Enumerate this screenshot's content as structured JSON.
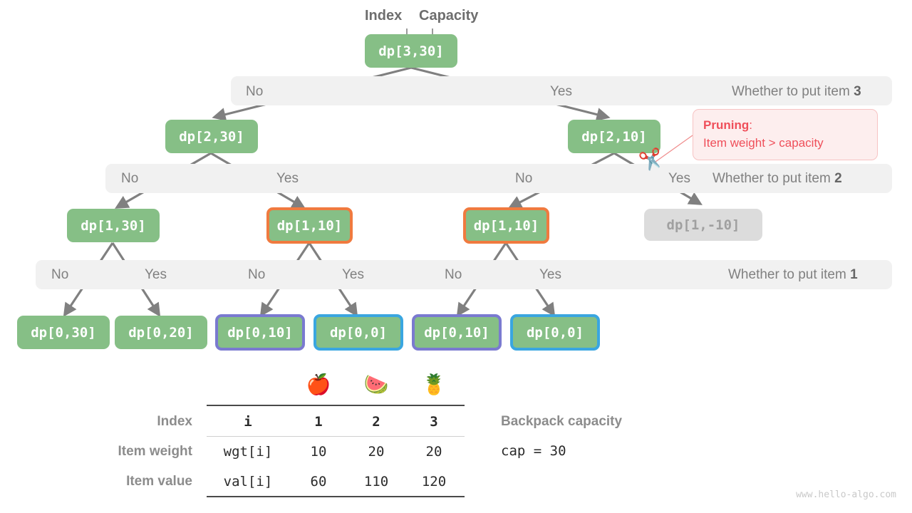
{
  "header": {
    "index_label": "Index",
    "capacity_label": "Capacity"
  },
  "tree": {
    "root": {
      "label": "dp[3,30]"
    },
    "level2": [
      {
        "label": "dp[2,30]"
      },
      {
        "label": "dp[2,10]"
      }
    ],
    "level3": [
      {
        "label": "dp[1,30]"
      },
      {
        "label": "dp[1,10]"
      },
      {
        "label": "dp[1,10]"
      },
      {
        "label": "dp[1,-10]"
      }
    ],
    "level4": [
      {
        "label": "dp[0,30]"
      },
      {
        "label": "dp[0,20]"
      },
      {
        "label": "dp[0,10]"
      },
      {
        "label": "dp[0,0]"
      },
      {
        "label": "dp[0,10]"
      },
      {
        "label": "dp[0,0]"
      }
    ]
  },
  "bands": [
    {
      "right_label_prefix": "Whether to put item ",
      "right_label_num": "3",
      "choices": [
        "No",
        "Yes"
      ]
    },
    {
      "right_label_prefix": "Whether to put item ",
      "right_label_num": "2",
      "choices": [
        "No",
        "Yes",
        "No",
        "Yes"
      ]
    },
    {
      "right_label_prefix": "Whether to put item ",
      "right_label_num": "1",
      "choices": [
        "No",
        "Yes",
        "No",
        "Yes",
        "No",
        "Yes"
      ]
    }
  ],
  "band_labels": {
    "b1_no": "No",
    "b1_yes": "Yes",
    "b1_right_prefix": "Whether to put item ",
    "b1_right_num": "3",
    "b2_no1": "No",
    "b2_yes1": "Yes",
    "b2_no2": "No",
    "b2_yes2": "Yes",
    "b2_right_prefix": "Whether to put item ",
    "b2_right_num": "2",
    "b3_no1": "No",
    "b3_yes1": "Yes",
    "b3_no2": "No",
    "b3_yes2": "Yes",
    "b3_no3": "No",
    "b3_yes3": "Yes",
    "b3_right_prefix": "Whether to put item ",
    "b3_right_num": "1"
  },
  "pruning": {
    "title": "Pruning",
    "colon": ":",
    "reason": "Item weight > capacity",
    "icon": "✂️"
  },
  "table": {
    "items": [
      {
        "emoji": "🍎",
        "index": "1",
        "wgt": "10",
        "val": "60"
      },
      {
        "emoji": "🍉",
        "index": "2",
        "wgt": "20",
        "val": "110"
      },
      {
        "emoji": "🍍",
        "index": "3",
        "wgt": "20",
        "val": "120"
      }
    ],
    "row_headers": [
      "Index",
      "Item weight",
      "Item value"
    ],
    "row_keys": [
      "i",
      "wgt[i]",
      "val[i]"
    ]
  },
  "capacity": {
    "title": "Backpack capacity",
    "code": "cap = 30"
  },
  "watermark": "www.hello-algo.com",
  "colors": {
    "node_green": "#86bf86",
    "node_dim": "#dcdcdc",
    "highlight_orange": "#f07a3f",
    "highlight_purple": "#7a7ad0",
    "highlight_blue": "#3aa6e0",
    "band_bg": "#f1f1f1",
    "edge_gray": "#808080",
    "pruning_red": "#ef4f5a"
  }
}
